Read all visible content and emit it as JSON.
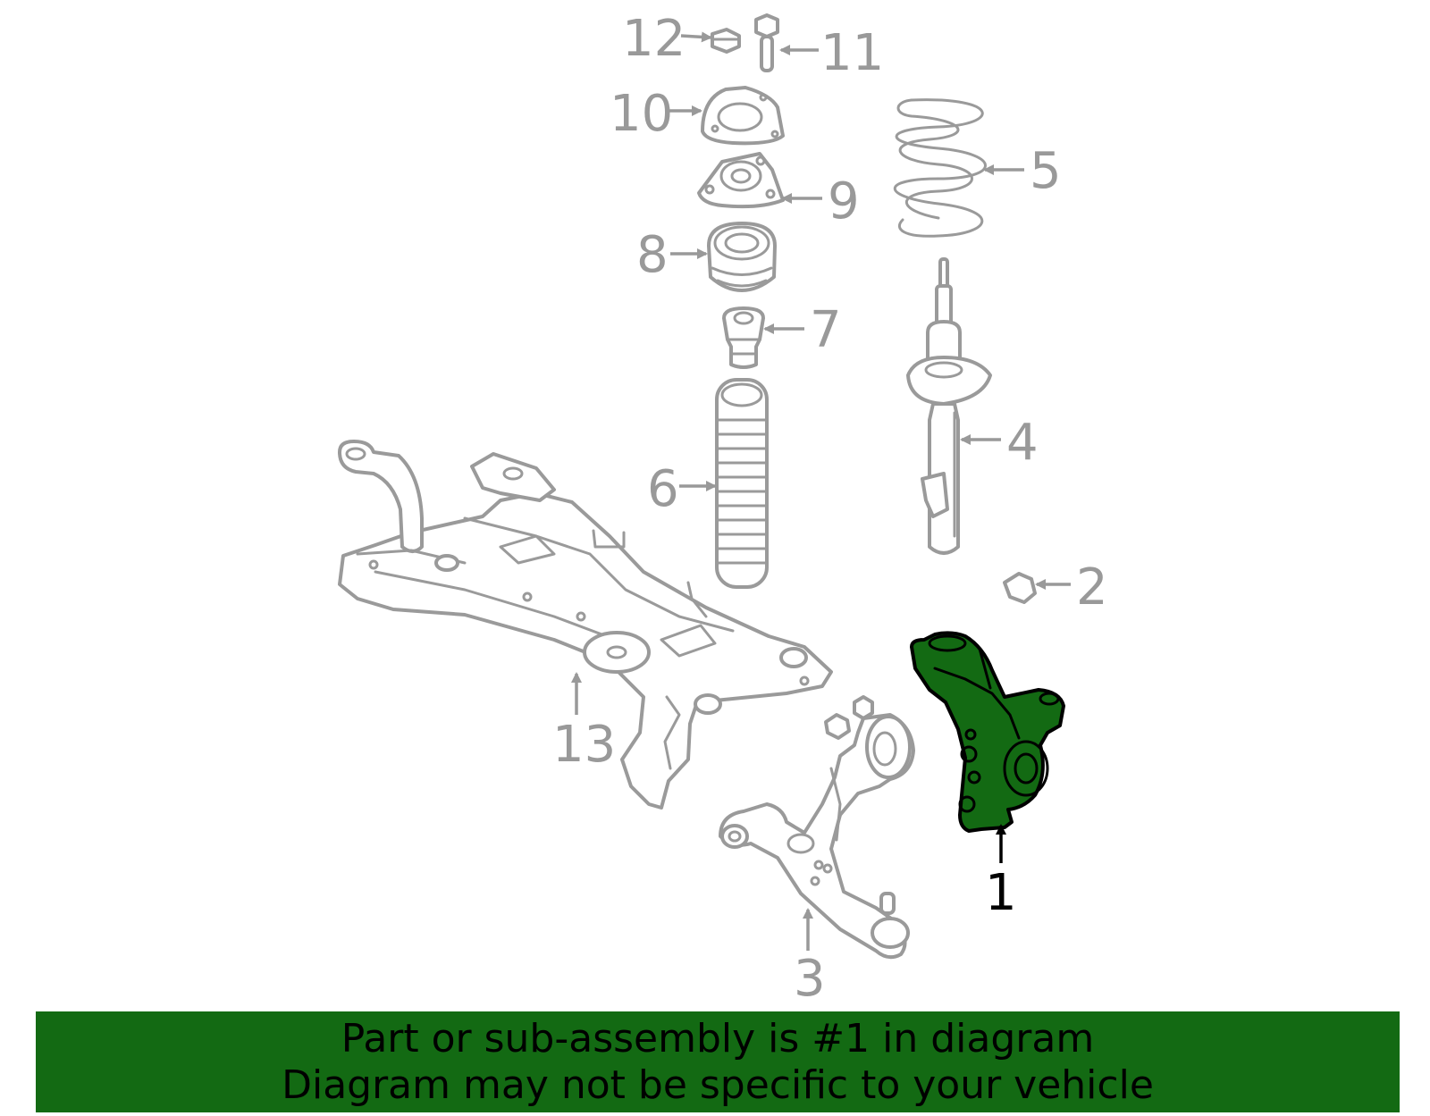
{
  "labels": [
    {
      "id": "part-label-1",
      "text": "1"
    },
    {
      "id": "part-label-2",
      "text": "2"
    },
    {
      "id": "part-label-3",
      "text": "3"
    },
    {
      "id": "part-label-4",
      "text": "4"
    },
    {
      "id": "part-label-5",
      "text": "5"
    },
    {
      "id": "part-label-6",
      "text": "6"
    },
    {
      "id": "part-label-7",
      "text": "7"
    },
    {
      "id": "part-label-8",
      "text": "8"
    },
    {
      "id": "part-label-9",
      "text": "9"
    },
    {
      "id": "part-label-10",
      "text": "10"
    },
    {
      "id": "part-label-11",
      "text": "11"
    },
    {
      "id": "part-label-12",
      "text": "12"
    },
    {
      "id": "part-label-13",
      "text": "13"
    }
  ],
  "banner": {
    "line1": "Part or sub-assembly is #1 in diagram",
    "line2": "Diagram may not be specific to your vehicle"
  },
  "colors": {
    "highlight": "#136a13",
    "outline": "#9a9a9a",
    "label": "#999999",
    "banner_bg": "#136a13"
  }
}
